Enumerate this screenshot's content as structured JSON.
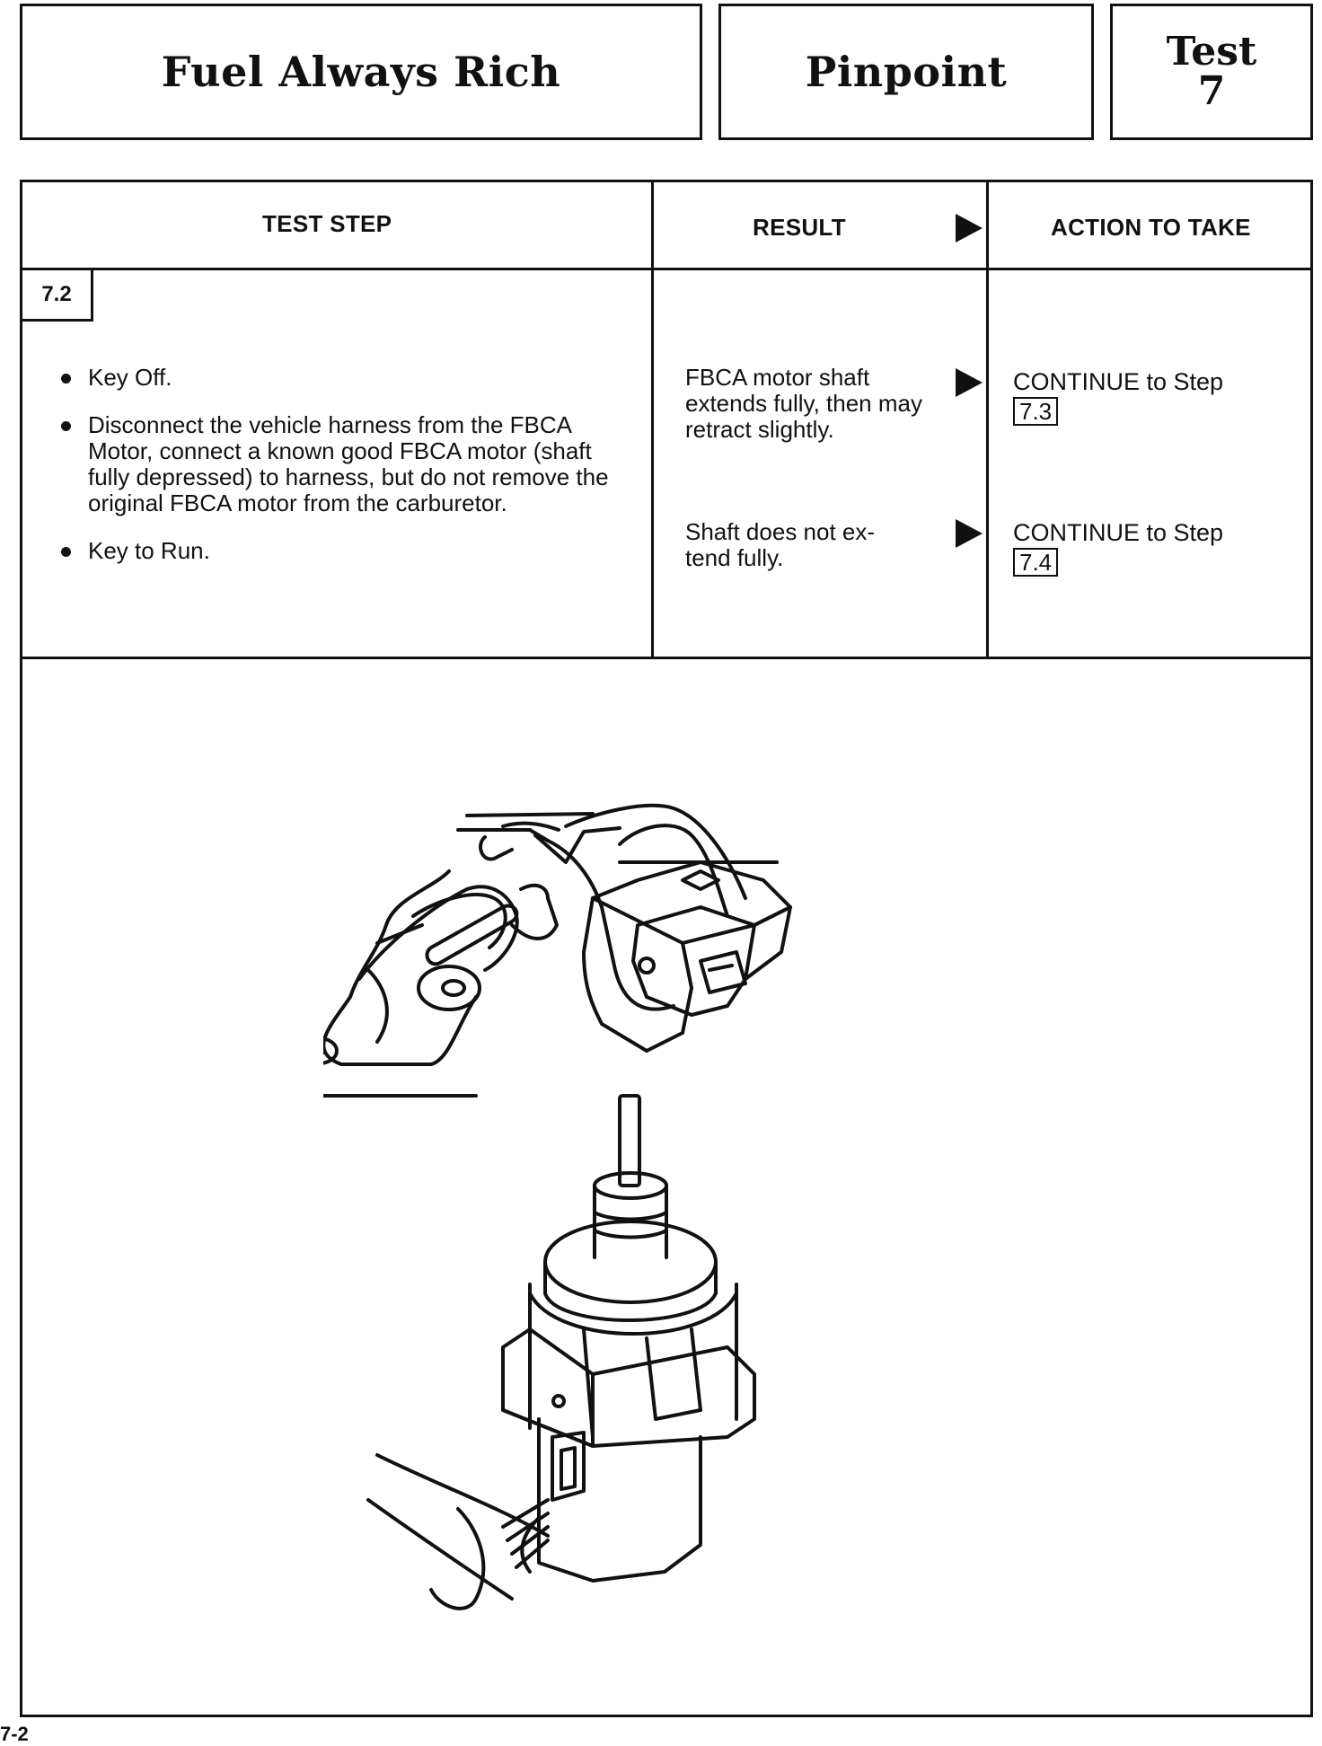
{
  "header": {
    "title": "Fuel Always Rich",
    "section": "Pinpoint",
    "test_label": "Test",
    "test_number": "7"
  },
  "table": {
    "col_test_step": "TEST STEP",
    "col_result": "RESULT",
    "col_action": "ACTION TO TAKE",
    "step_number": "7.2",
    "steps": [
      "Key Off.",
      "Disconnect the vehicle harness from the FBCA Motor, connect a known good FBCA motor (shaft fully depressed) to harness, but do not remove the original FBCA motor from the carburetor.",
      "Key to Run."
    ],
    "results": [
      {
        "text": "FBCA motor shaft extends fully, then may retract slightly.",
        "action": "CONTINUE to Step",
        "step_ref": "7.3"
      },
      {
        "text": "Shaft does not ex-tend fully.",
        "action": "CONTINUE to Step",
        "step_ref": "7.4"
      }
    ]
  },
  "footer": {
    "page_number": "7-2"
  }
}
